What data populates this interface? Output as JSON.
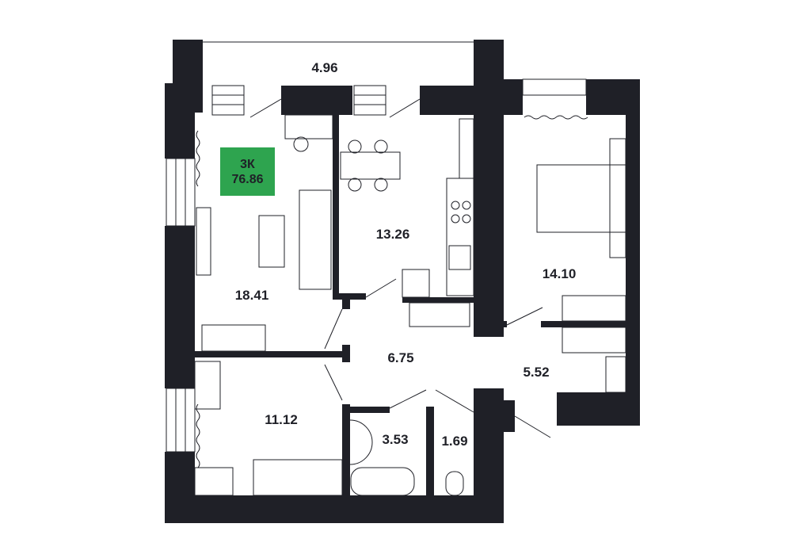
{
  "apartment": {
    "type": "3К",
    "total_area": "76.86"
  },
  "rooms": [
    {
      "name": "balcony",
      "area": "4.96"
    },
    {
      "name": "living-room",
      "area": "18.41"
    },
    {
      "name": "kitchen",
      "area": "13.26"
    },
    {
      "name": "bedroom",
      "area": "14.10"
    },
    {
      "name": "hallway",
      "area": "6.75"
    },
    {
      "name": "corridor",
      "area": "5.52"
    },
    {
      "name": "bedroom-2",
      "area": "11.12"
    },
    {
      "name": "bathroom",
      "area": "3.53"
    },
    {
      "name": "toilet",
      "area": "1.69"
    }
  ],
  "colors": {
    "wall": "#1f2027",
    "badge": "#2ea44f"
  }
}
